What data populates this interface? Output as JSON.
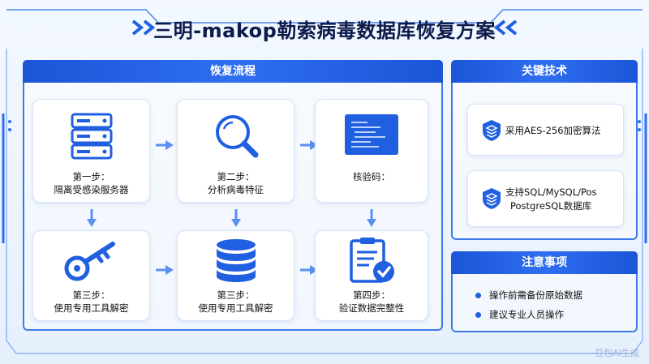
{
  "title": "三明-makop勒索病毒数据库恢复方案",
  "flow": {
    "header": "恢复流程",
    "steps": [
      {
        "line1": "第一步：",
        "line2": "隔离受感染服务器",
        "icon": "server-stack-icon"
      },
      {
        "line1": "第二步：",
        "line2": "分析病毒特征",
        "icon": "magnifier-icon"
      },
      {
        "line1": "核验码：",
        "line2": "",
        "icon": "code-window-icon"
      },
      {
        "line1": "第三步：",
        "line2": "使用专用工具解密",
        "icon": "key-icon"
      },
      {
        "line1": "第三步：",
        "line2": "使用专用工具解密",
        "icon": "database-icon"
      },
      {
        "line1": "第四步：",
        "line2": "验证数据完整性",
        "icon": "clipboard-check-icon"
      }
    ]
  },
  "tech": {
    "header": "关键技术",
    "items": [
      {
        "line1": "采用AES-256加密算法",
        "line2": ""
      },
      {
        "line1": "支持SQL/MySQL/Pos",
        "line2": "PostgreSQL数据库"
      }
    ]
  },
  "notes": {
    "header": "注意事项",
    "items": [
      "操作前需备份原始数据",
      "建议专业人员操作"
    ]
  },
  "watermark": "豆包AI生成",
  "colors": {
    "accent": "#1f5fe0",
    "header": "#1a56d6",
    "title": "#0d1b4b"
  }
}
